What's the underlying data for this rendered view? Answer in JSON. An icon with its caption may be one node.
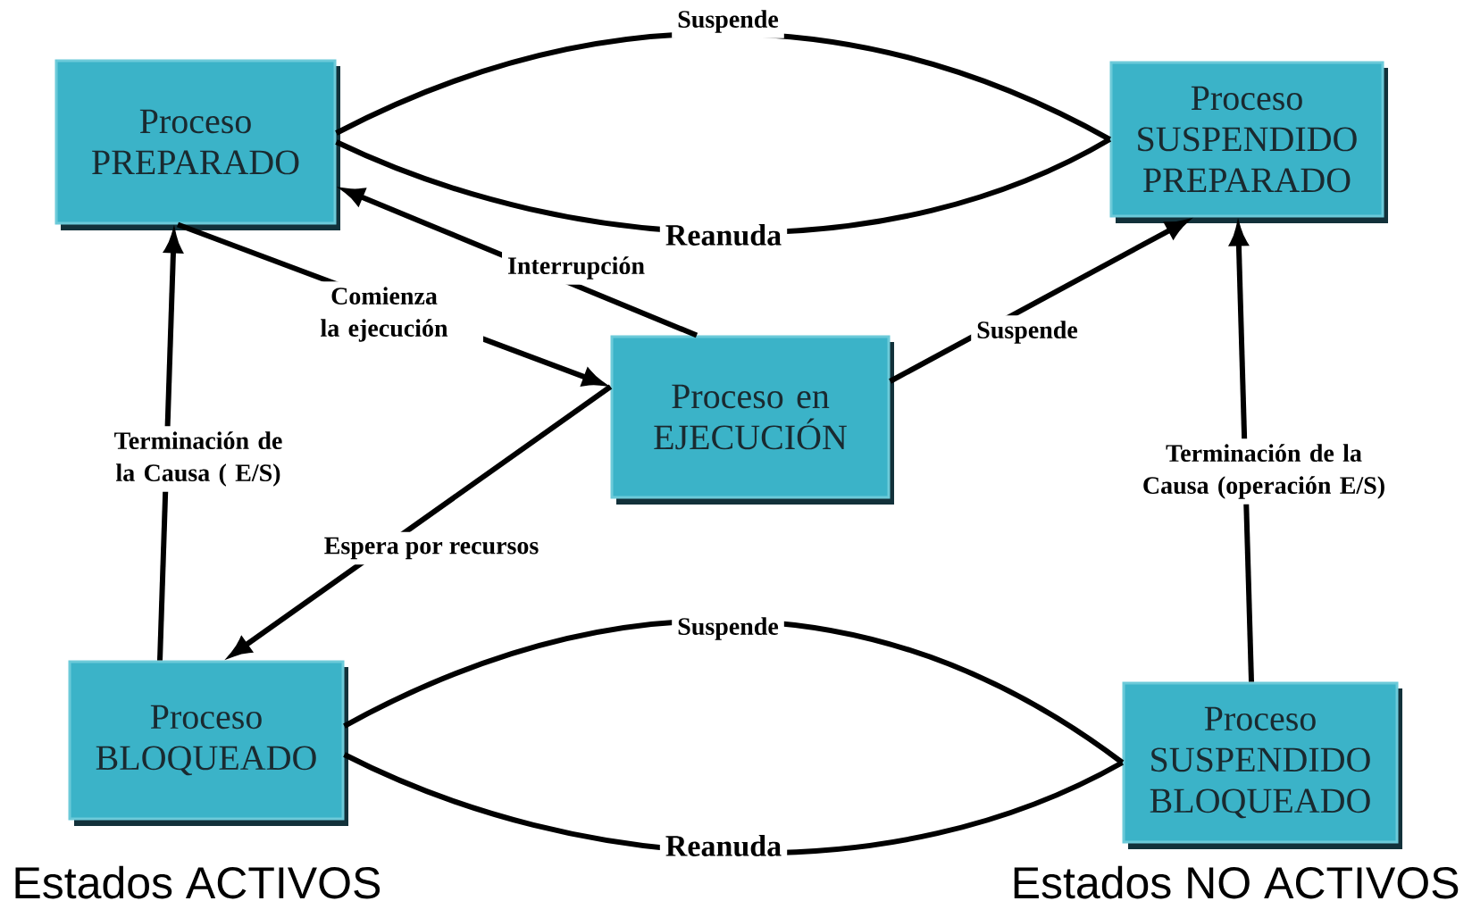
{
  "diagram": {
    "nodes": [
      {
        "text": [
          "Proceso PREPARADO"
        ]
      },
      {
        "text": [
          "Proceso SUSPENDIDO PREPARADO"
        ]
      },
      {
        "text": [
          "Proceso en EJECUCIÓN"
        ]
      },
      {
        "text": [
          "Proceso BLOQUEADO"
        ]
      },
      {
        "text": [
          "Proceso SUSPENDIDO BLOQUEADO"
        ]
      }
    ],
    "edges": [
      {
        "from": 0,
        "to": 1,
        "arrow": "none",
        "label": "Suspende"
      },
      {
        "from": 1,
        "to": 0,
        "arrow": "none",
        "label": "Reanuda"
      },
      {
        "from": 2,
        "to": 0,
        "arrow": "to",
        "label": "Interrupción"
      },
      {
        "from": 0,
        "to": 2,
        "arrow": "to",
        "label": "Comienza la ejecución"
      },
      {
        "from": 2,
        "to": 1,
        "arrow": "to",
        "label": "Suspende"
      },
      {
        "from": 2,
        "to": 3,
        "arrow": "to",
        "label": "Espera por recursos"
      },
      {
        "from": 3,
        "to": 0,
        "arrow": "to",
        "label": "Terminación de la Causa ( E/S)"
      },
      {
        "from": 4,
        "to": 1,
        "arrow": "to",
        "label": "Terminación de la Causa (operación E/S)"
      },
      {
        "from": 3,
        "to": 4,
        "arrow": "none",
        "label": "Suspende"
      },
      {
        "from": 4,
        "to": 3,
        "arrow": "none",
        "label": "Reanuda"
      }
    ],
    "labels": [
      "Estados ACTIVOS",
      "Estados NO ACTIVOS"
    ]
  }
}
